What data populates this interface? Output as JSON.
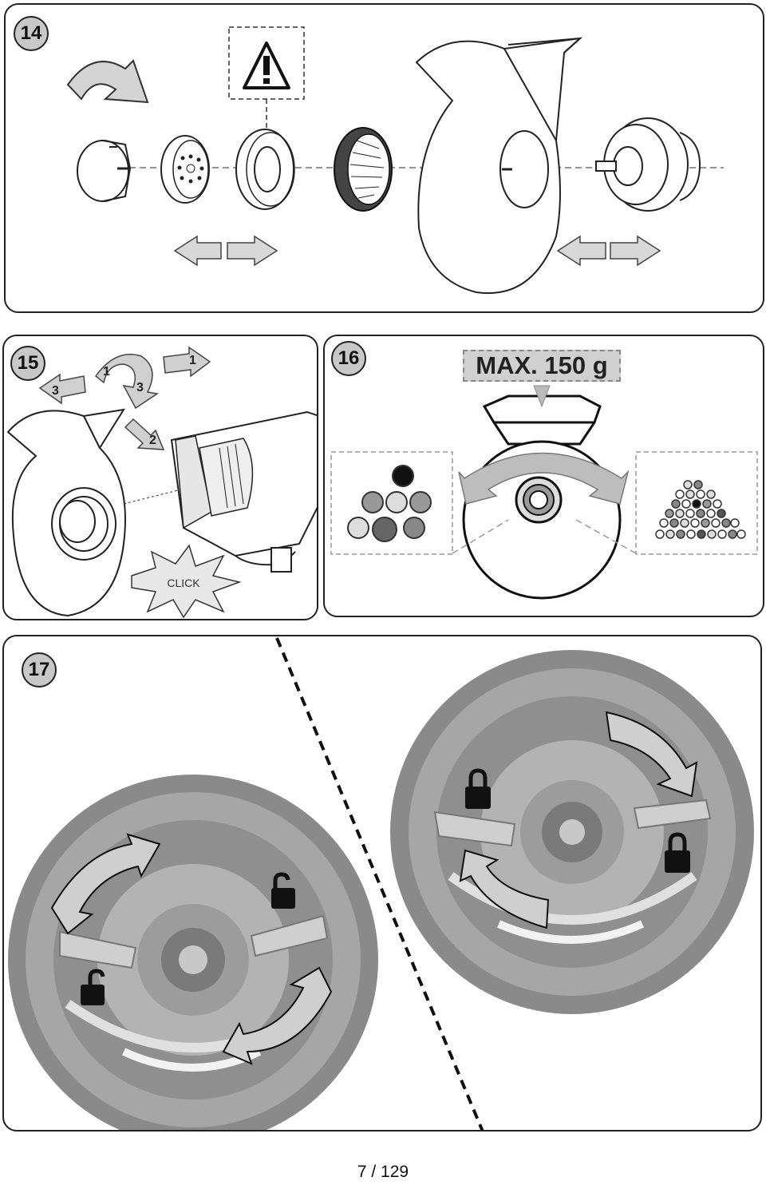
{
  "steps": {
    "s14": "14",
    "s15": "15",
    "s16": "16",
    "s17": "17"
  },
  "step15": {
    "click": "CLICK",
    "n1a": "1",
    "n1b": "1",
    "n3a": "3",
    "n3b": "3",
    "n2": "2"
  },
  "step16": {
    "max": "MAX. 150 g"
  },
  "footer": {
    "page": "7  / 129"
  },
  "icons": {
    "warning": "warning-triangle-icon",
    "lock": "lock-icon",
    "unlock": "unlock-icon"
  }
}
